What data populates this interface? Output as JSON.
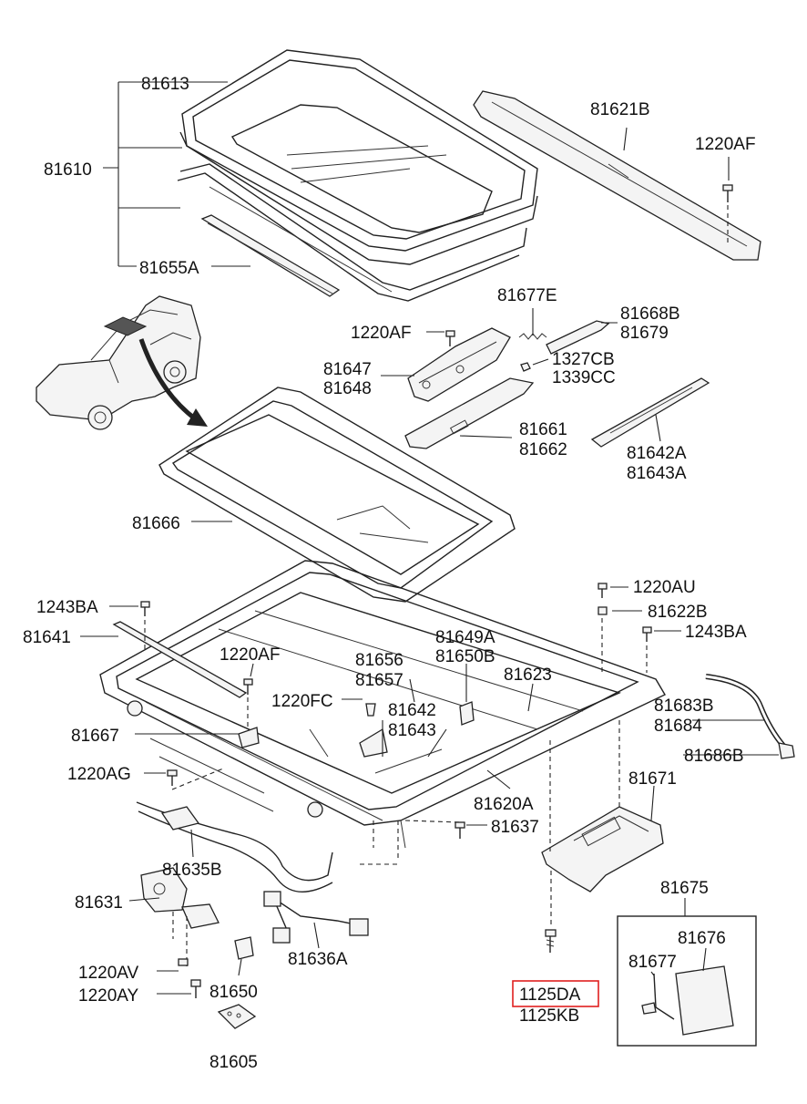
{
  "diagram": {
    "highlight_color": "#e0201f",
    "highlighted_part": "1125DA",
    "labels": {
      "p81613": "81613",
      "p81610": "81610",
      "p81655A": "81655A",
      "p81621B": "81621B",
      "p1220AF_a": "1220AF",
      "p81677E": "81677E",
      "p81668B": "81668B",
      "p81679": "81679",
      "p1220AF_b": "1220AF",
      "p1327CB": "1327CB",
      "p1339CC": "1339CC",
      "p81647": "81647",
      "p81648": "81648",
      "p81661": "81661",
      "p81662": "81662",
      "p81642A": "81642A",
      "p81643A": "81643A",
      "p81666": "81666",
      "p1220AU": "1220AU",
      "p81622B": "81622B",
      "p1243BA_a": "1243BA",
      "p1243BA_b": "1243BA",
      "p81641": "81641",
      "p81649A": "81649A",
      "p81650B": "81650B",
      "p1220AF_c": "1220AF",
      "p81656": "81656",
      "p81657": "81657",
      "p81623": "81623",
      "p1220FC": "1220FC",
      "p81642": "81642",
      "p81643": "81643",
      "p81683B": "81683B",
      "p81684": "81684",
      "p81667": "81667",
      "p81686B": "81686B",
      "p1220AG": "1220AG",
      "p81671": "81671",
      "p81620A": "81620A",
      "p81637": "81637",
      "p81635B": "81635B",
      "p81675": "81675",
      "p81631": "81631",
      "p81676": "81676",
      "p81636A": "81636A",
      "p81677": "81677",
      "p1220AV": "1220AV",
      "p1125DA": "1125DA",
      "p1220AY": "1220AY",
      "p81650": "81650",
      "p1125KB": "1125KB",
      "p81605": "81605"
    }
  }
}
